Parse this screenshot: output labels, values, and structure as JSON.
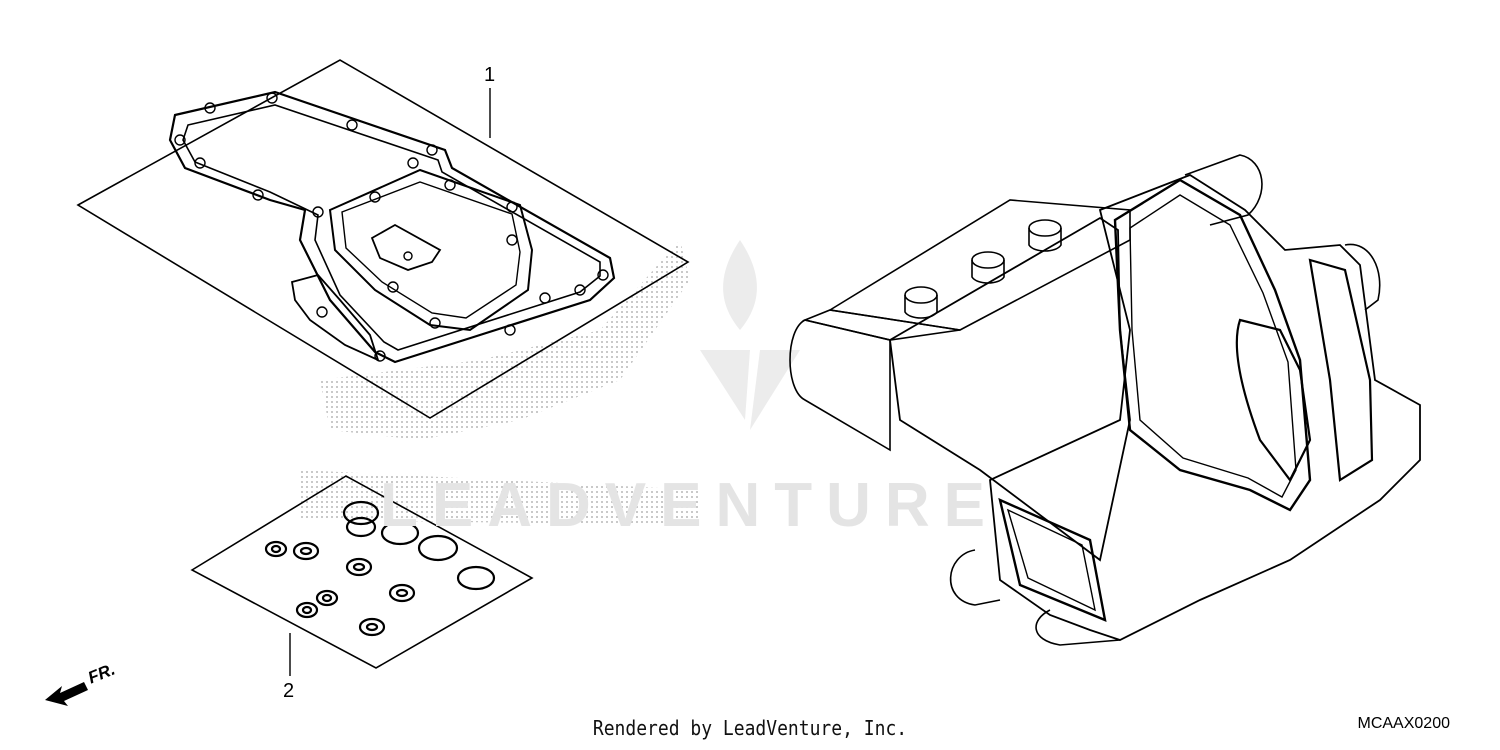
{
  "diagram": {
    "callouts": [
      {
        "id": "1",
        "label": "1"
      },
      {
        "id": "2",
        "label": "2"
      }
    ],
    "direction_marker": "FR.",
    "watermark": "LEADVENTURE",
    "render_credit": "Rendered by LeadVenture, Inc.",
    "diagram_code": "MCAAX0200"
  },
  "colors": {
    "line": "#000000",
    "watermark": "#e4e4e4",
    "background": "#ffffff"
  }
}
